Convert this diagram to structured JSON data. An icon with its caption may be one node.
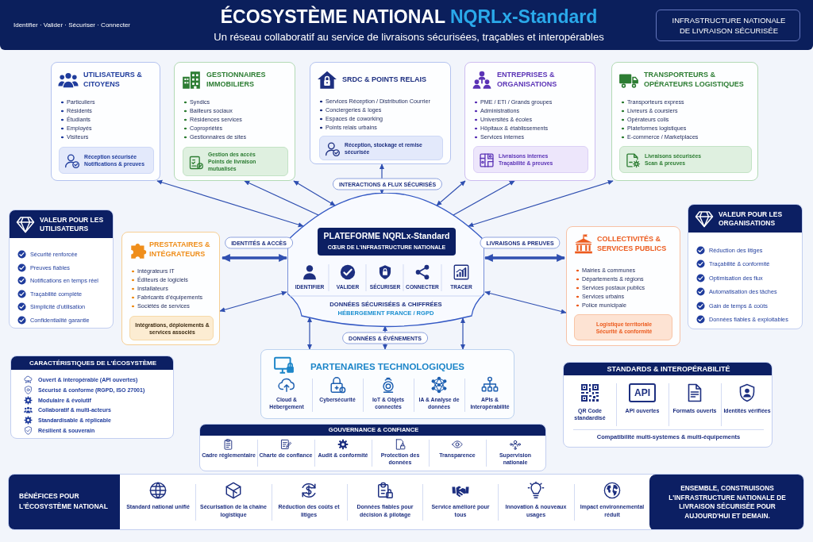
{
  "diagram": {
    "title": "ÉCOSYSTÈME NATIONAL NQRLx-Standard",
    "nodes": [
      {
        "text": [
          "INFRASTRUCTURE NATIONALE DE LIVRAISON SÉCURISÉE"
        ]
      },
      {
        "text": [
          "UTILISATEURS & CITOYENS",
          "Particuliers",
          "Résidents",
          "Étudiants",
          "Employés",
          "Visiteurs"
        ]
      },
      {
        "text": [
          "Réception sécurisée",
          "Notifications & preuves"
        ],
        "in": 1
      },
      {
        "text": [
          "GESTIONNAIRES IMMOBILIERS",
          "Syndics",
          "Bailleurs sociaux",
          "Résidences services",
          "Copropriétés",
          "Gestionnaires de sites"
        ]
      },
      {
        "text": [
          "Gestion des accès",
          "Points de livraison mutualisés"
        ],
        "in": 3
      },
      {
        "text": [
          "SRDC & POINTS RELAIS",
          "Services Réception / Distribution Courrier",
          "Conciergeries & loges",
          "Espaces de coworking",
          "Points relais urbains"
        ]
      },
      {
        "text": [
          "Réception, stockage et remise sécurisée"
        ],
        "in": 5
      },
      {
        "text": [
          "ENTREPRISES & ORGANISATIONS",
          "PME / ETI / Grands groupes",
          "Administrations",
          "Universités & écoles",
          "Hôpitaux & établissements",
          "Services internes"
        ]
      },
      {
        "text": [
          "Livraisons internes",
          "Traçabilité & preuves"
        ],
        "in": 7
      },
      {
        "text": [
          "TRANSPORTEURS & OPÉRATEURS LOGISTIQUES",
          "Transporteurs express",
          "Livreurs & coursiers",
          "Opérateurs colis",
          "Plateformes logistiques",
          "E-commerce / Marketplaces"
        ]
      },
      {
        "text": [
          "Livraisons sécurisées",
          "Scan & preuves"
        ],
        "in": 9
      },
      {
        "text": [
          "IDENTIFIER",
          "VALIDER",
          "SÉCURISER",
          "CONNECTER",
          "TRACER",
          "DONNÉES SÉCURISÉES & CHIFFRÉES",
          "HÉBERGEMENT FRANCE / RGPD"
        ]
      },
      {
        "text": [
          "PLATEFORME NQRLx-Standard",
          "CŒUR DE L'INFRASTRUCTURE NATIONALE"
        ],
        "in": 11
      },
      {
        "text": [
          "VALEUR POUR LES UTILISATEURS",
          "Sécurité renforcée",
          "Preuves fiables",
          "Notifications en temps réel",
          "Traçabilité complète",
          "Simplicité d'utilisation",
          "Confidentialité garantie"
        ]
      },
      {
        "text": [
          "PRESTATAIRES & INTÉGRATEURS",
          "Intégrateurs IT",
          "Éditeurs de logiciels",
          "Installateurs",
          "Fabricants d'équipements",
          "Sociétés de services"
        ]
      },
      {
        "text": [
          "Intégrations, déploiements & services associés"
        ],
        "in": 14
      },
      {
        "text": [
          "COLLECTIVITÉS & SERVICES PUBLICS",
          "Mairies & communes",
          "Départements & régions",
          "Services postaux publics",
          "Services urbains",
          "Police municipale"
        ]
      },
      {
        "text": [
          "Logistique territoriale",
          "Sécurité & conformité"
        ],
        "in": 16
      },
      {
        "text": [
          "VALEUR POUR LES ORGANISATIONS",
          "Réduction des litiges",
          "Traçabilité & conformité",
          "Optimisation des flux",
          "Automatisation des tâches",
          "Gain de temps & coûts",
          "Données fiables & exploitables"
        ]
      },
      {
        "text": [
          "CARACTÉRISTIQUES DE L'ÉCOSYSTÈME",
          "Ouvert & interopérable (API ouvertes)",
          "Sécurisé & conforme (RGPD, ISO 27001)",
          "Modulaire & évolutif",
          "Collaboratif & multi-acteurs",
          "Standardisable & réplicable",
          "Résilient & souverain"
        ]
      },
      {
        "text": [
          "PARTENAIRES TECHNOLOGIQUES",
          "Cloud & Hébergement",
          "Cybersécurité",
          "IoT & Objets connectés",
          "IA & Analyse de données",
          "APIs & Interopérabilité"
        ]
      },
      {
        "text": [
          "STANDARDS & INTEROPÉRABILITÉ",
          "API",
          "QR Code standardisé",
          "API ouvertes",
          "Formats ouverts",
          "Identités vérifiées",
          "Compatibilité multi-systèmes & multi-équipements"
        ]
      },
      {
        "text": [
          "GOUVERNANCE & CONFIANCE",
          "Cadre réglementaire",
          "Charte de confiance",
          "Audit & conformité",
          "Protection des données",
          "Transparence",
          "Supervision nationale"
        ]
      },
      {
        "text": [
          "BÉNÉFICES POUR L'ÉCOSYSTÈME NATIONAL",
          "Standard national unifié",
          "Sécurisation de la chaine logistique",
          "Réduction des coûts et litiges",
          "Données fiables pour décision & pilotage",
          "Service amélioré pour tous",
          "Innovation & nouveaux usages",
          "Impact environnemental réduit"
        ]
      },
      {
        "text": [
          "ENSEMBLE, CONSTRUISONS L'INFRASTRUCTURE NATIONALE DE LIVRAISON SÉCURISÉE POUR AUJOURD'HUI ET DEMAIN."
        ],
        "in": 23
      }
    ],
    "edges": [
      {
        "from": 1,
        "to": 11,
        "arrow": "both"
      },
      {
        "from": 11,
        "to": 3,
        "arrow": "to"
      },
      {
        "from": 3,
        "to": 11,
        "arrow": "both"
      },
      {
        "from": 5,
        "to": 11,
        "arrow": "both",
        "label": "INTERACTIONS & FLUX SÉCURISÉS"
      },
      {
        "from": 7,
        "to": 11,
        "arrow": "both"
      },
      {
        "from": 11,
        "to": 7,
        "arrow": "to"
      },
      {
        "from": 9,
        "to": 11,
        "arrow": "both"
      },
      {
        "from": 14,
        "to": 11,
        "arrow": "both",
        "label": "IDENTITÉS & ACCÈS",
        "style": "thick"
      },
      {
        "from": 14,
        "to": 11,
        "arrow": "both"
      },
      {
        "from": 11,
        "to": 16,
        "arrow": "both",
        "label": "LIVRAISONS & PREUVES",
        "style": "thick"
      },
      {
        "from": 11,
        "to": 16,
        "arrow": "both"
      },
      {
        "from": 11,
        "to": 20,
        "arrow": "both"
      },
      {
        "from": 11,
        "to": 20,
        "arrow": "both",
        "label": "DONNÉES & ÉVÉNEMENTS"
      },
      {
        "from": 11,
        "to": 20,
        "arrow": "both"
      }
    ],
    "labels": [
      "Identifier · Valider · Sécuriser · Connecter",
      "Un réseau collaboratif au service de livraisons sécurisées, traçables et interopérables"
    ]
  }
}
